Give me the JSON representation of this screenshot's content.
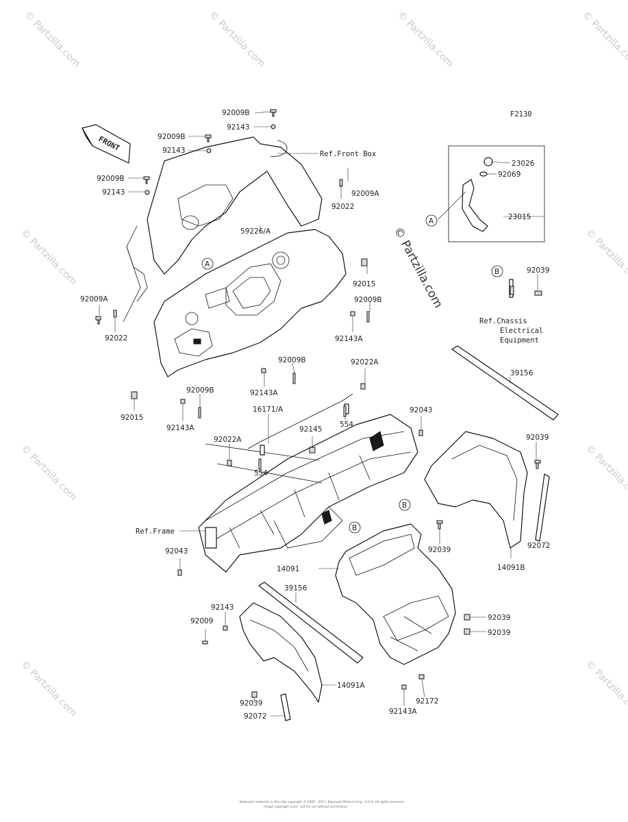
{
  "diagram": {
    "code": "F2130",
    "front_label": "FRONT",
    "watermark_center": "© Partzilla.com",
    "watermark_repeat": "© Partzilla.com",
    "footer_line1": "Kawasaki materials in this site copyright © 1995 - 2017, Kawasaki Motors Corp., U.S.A. All rights reserved.",
    "footer_line2": "Image copyright used · not for use without permission",
    "refs": {
      "front_box": "Ref.Front Box",
      "chassis_line1": "Ref.Chassis",
      "chassis_line2": "Electrical",
      "chassis_line3": "Equipment",
      "frame": "Ref.Frame"
    },
    "callouts": {
      "a": "A",
      "b": "B"
    },
    "parts": [
      {
        "id": "p1",
        "label": "92009B"
      },
      {
        "id": "p2",
        "label": "92143"
      },
      {
        "id": "p3",
        "label": "92009B"
      },
      {
        "id": "p4",
        "label": "92143"
      },
      {
        "id": "p5",
        "label": "92009B"
      },
      {
        "id": "p6",
        "label": "92143"
      },
      {
        "id": "p7",
        "label": "92009A"
      },
      {
        "id": "p8",
        "label": "92022"
      },
      {
        "id": "p9",
        "label": "59226/A"
      },
      {
        "id": "p10",
        "label": "92015"
      },
      {
        "id": "p11",
        "label": "92009B"
      },
      {
        "id": "p12",
        "label": "92143A"
      },
      {
        "id": "p13",
        "label": "92009A"
      },
      {
        "id": "p14",
        "label": "92022"
      },
      {
        "id": "p15",
        "label": "92009B"
      },
      {
        "id": "p16",
        "label": "92143A"
      },
      {
        "id": "p17",
        "label": "92015"
      },
      {
        "id": "p18",
        "label": "92009B"
      },
      {
        "id": "p19",
        "label": "92143A"
      },
      {
        "id": "p20",
        "label": "92022A"
      },
      {
        "id": "p21",
        "label": "16171/A"
      },
      {
        "id": "p22",
        "label": "554"
      },
      {
        "id": "p23",
        "label": "92043"
      },
      {
        "id": "p24",
        "label": "92022A"
      },
      {
        "id": "p25",
        "label": "92145"
      },
      {
        "id": "p26",
        "label": "554"
      },
      {
        "id": "p27",
        "label": "39156"
      },
      {
        "id": "p28",
        "label": "92039"
      },
      {
        "id": "p29",
        "label": "23026"
      },
      {
        "id": "p30",
        "label": "92069"
      },
      {
        "id": "p31",
        "label": "23015"
      },
      {
        "id": "p32",
        "label": "92039"
      },
      {
        "id": "p33",
        "label": "92043"
      },
      {
        "id": "p34",
        "label": "92039"
      },
      {
        "id": "p35",
        "label": "14091"
      },
      {
        "id": "p36",
        "label": "92072"
      },
      {
        "id": "p37",
        "label": "14091B"
      },
      {
        "id": "p38",
        "label": "92143"
      },
      {
        "id": "p39",
        "label": "92009"
      },
      {
        "id": "p40",
        "label": "39156"
      },
      {
        "id": "p41",
        "label": "92039"
      },
      {
        "id": "p42",
        "label": "92039"
      },
      {
        "id": "p43",
        "label": "14091A"
      },
      {
        "id": "p44",
        "label": "92039"
      },
      {
        "id": "p45",
        "label": "92072"
      },
      {
        "id": "p46",
        "label": "92143A"
      },
      {
        "id": "p47",
        "label": "92172"
      }
    ]
  }
}
